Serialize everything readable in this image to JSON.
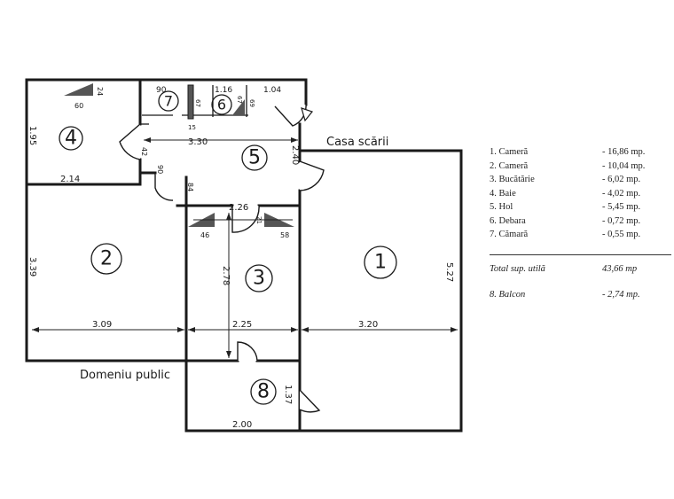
{
  "rooms": [
    {
      "number": "1",
      "name": "Cameră",
      "area": "- 16,86 mp."
    },
    {
      "number": "2",
      "name": "Cameră",
      "area": "- 10,04 mp."
    },
    {
      "number": "3",
      "name": "Bucătărie",
      "area": "- 6,02 mp."
    },
    {
      "number": "4",
      "name": "Baie",
      "area": "- 4,02 mp."
    },
    {
      "number": "5",
      "name": "Hol",
      "area": "- 5,45 mp."
    },
    {
      "number": "6",
      "name": "Debara",
      "area": "- 0,72 mp."
    },
    {
      "number": "7",
      "name": "Cămară",
      "area": "- 0,55 mp."
    },
    {
      "number": "8",
      "name": "Balcon",
      "area": "- 2,74 mp."
    }
  ],
  "legend": {
    "items": [
      {
        "label": "1. Cameră",
        "value": "- 16,86 mp."
      },
      {
        "label": "2. Cameră",
        "value": "- 10,04 mp."
      },
      {
        "label": "3. Bucătărie",
        "value": "- 6,02 mp."
      },
      {
        "label": "4. Baie",
        "value": "- 4,02 mp."
      },
      {
        "label": "5. Hol",
        "value": "- 5,45 mp."
      },
      {
        "label": "6. Debara",
        "value": "- 0,72 mp."
      },
      {
        "label": "7. Cămară",
        "value": "- 0,55 mp."
      }
    ],
    "total_label": "Total sup. utilă",
    "total_value": "43,66 mp",
    "balcony_label": "8. Balcon",
    "balcony_value": "- 2,74 mp."
  },
  "labels": {
    "staircase": "Casa scării",
    "public_domain": "Domeniu public"
  },
  "dimensions": {
    "hall_width": "3.30",
    "hall_height": "2.40",
    "bath_width": "2.14",
    "bath_height": "1.95",
    "room2_width": "3.09",
    "room2_height": "3.39",
    "kitchen_top": "2.26",
    "kitchen_height": "2.78",
    "kitchen_width": "2.25",
    "room1_width": "3.20",
    "room1_height": "5.27",
    "balcony_width": "2.00",
    "balcony_height": "1.37",
    "n60": "60",
    "n24": "24",
    "n90": "90",
    "n116": "1.16",
    "n104": "1.04",
    "n67a": "67",
    "n67b": "67",
    "n15": "15",
    "n69": "69",
    "n42": "42",
    "n90b": "90",
    "n84": "84",
    "n46": "46",
    "n58": "58",
    "n21": "21"
  },
  "colors": {
    "ink": "#1a1a1a",
    "paper": "#ffffff"
  }
}
